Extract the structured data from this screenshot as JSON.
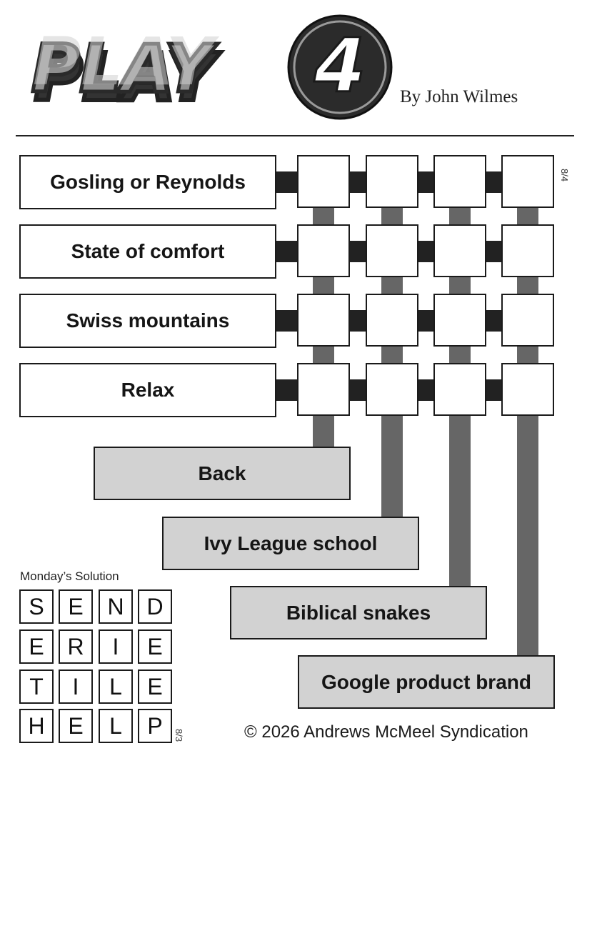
{
  "header": {
    "logo_text": "PLAY4",
    "byline": "By John Wilmes"
  },
  "puzzle": {
    "date_code": "8/4",
    "across_clues": [
      "Gosling or Reynolds",
      "State of comfort",
      "Swiss mountains",
      "Relax"
    ],
    "down_clues": [
      "Back",
      "Ivy League school",
      "Biblical snakes",
      "Google product brand"
    ],
    "grid": [
      [
        "",
        "",
        "",
        ""
      ],
      [
        "",
        "",
        "",
        ""
      ],
      [
        "",
        "",
        "",
        ""
      ],
      [
        "",
        "",
        "",
        ""
      ]
    ]
  },
  "solution": {
    "title": "Monday’s Solution",
    "date_code": "8/3",
    "rows": [
      [
        "S",
        "E",
        "N",
        "D"
      ],
      [
        "E",
        "R",
        "I",
        "E"
      ],
      [
        "T",
        "I",
        "L",
        "E"
      ],
      [
        "H",
        "E",
        "L",
        "P"
      ]
    ]
  },
  "footer": {
    "copyright": "© 2026 Andrews McMeel Syndication"
  },
  "colors": {
    "connector_dark": "#222222",
    "connector_gray": "#666666",
    "down_clue_fill": "#d2d2d2"
  }
}
